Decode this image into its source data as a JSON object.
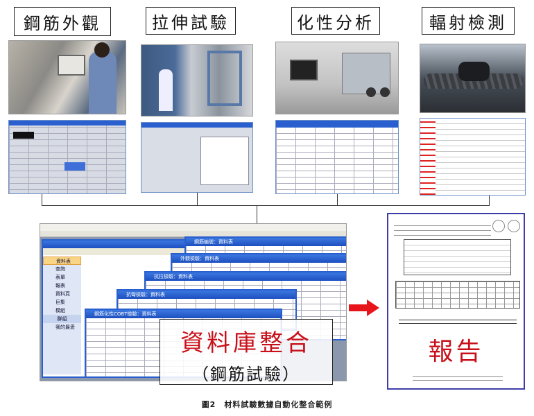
{
  "categories": [
    {
      "label": "鋼筋外觀"
    },
    {
      "label": "拉伸試驗"
    },
    {
      "label": "化性分析"
    },
    {
      "label": "輻射檢測"
    }
  ],
  "database": {
    "nav_items": [
      "資料表",
      "查詢",
      "表單",
      "報表",
      "資料頁",
      "巨集",
      "模組"
    ],
    "nav_group": "群組",
    "nav_fav": "我的最愛",
    "windows": [
      "鋼筋編號：資料表",
      "外觀檢驗：資料表",
      "抗拉檢驗：資料表",
      "抗彎檢驗：資料表",
      "鋼筋化性COBT檢驗：資料表"
    ],
    "overlay_title": "資料庫整合",
    "overlay_subtitle": "（鋼筋試驗）"
  },
  "report": {
    "stamp": "報告"
  },
  "colors": {
    "accent_red": "#d0021b",
    "window_blue": "#2a5fcf",
    "report_border": "#3d3da8"
  },
  "caption": "圖2　材料試驗數據自動化整合範例"
}
